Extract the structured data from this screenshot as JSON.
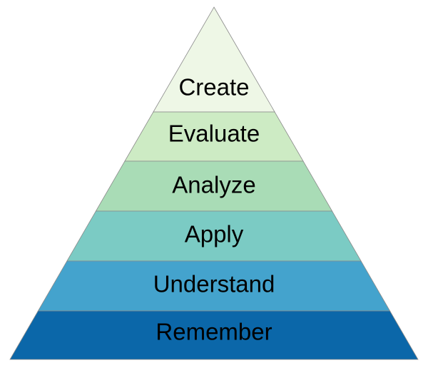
{
  "diagram": {
    "type": "pyramid",
    "tiers": [
      {
        "label": "Create",
        "color": "#eef7e6"
      },
      {
        "label": "Evaluate",
        "color": "#cdebc4"
      },
      {
        "label": "Analyze",
        "color": "#a9dcb6"
      },
      {
        "label": "Apply",
        "color": "#7bcbc4"
      },
      {
        "label": "Understand",
        "color": "#44a3cd"
      },
      {
        "label": "Remember",
        "color": "#0b67a9"
      }
    ]
  }
}
